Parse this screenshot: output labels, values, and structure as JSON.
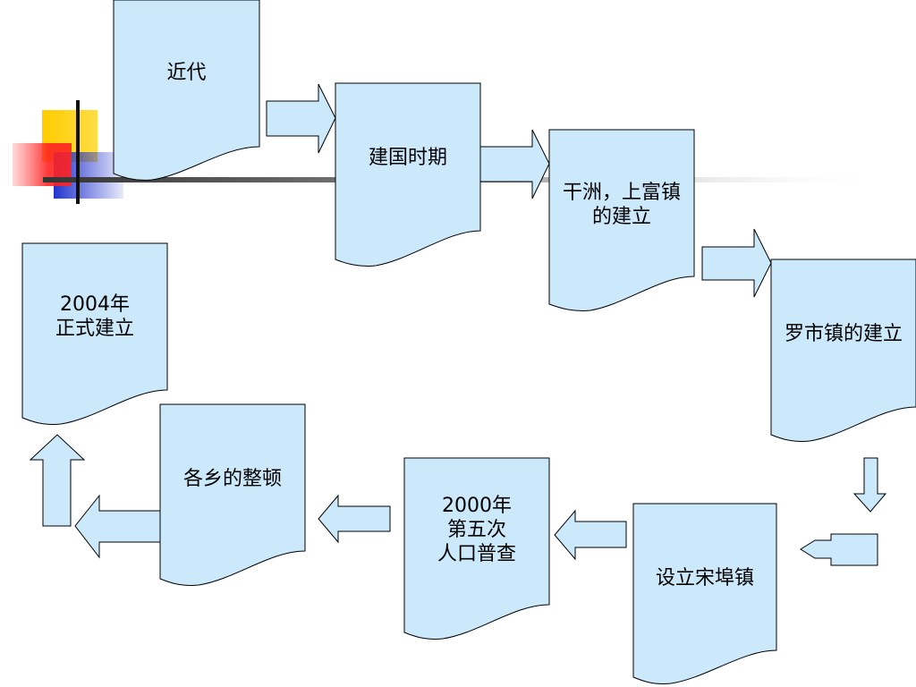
{
  "slide": {
    "flow_steps": [
      {
        "label": "近代"
      },
      {
        "label": "建国时期"
      },
      {
        "label": "干洲，上富镇\n的建立"
      },
      {
        "label": "罗市镇的建立"
      },
      {
        "label": "设立宋埠镇"
      },
      {
        "label": "2000年\n第五次\n人口普查"
      },
      {
        "label": "各乡的整顿"
      },
      {
        "label": "2004年\n正式建立"
      }
    ],
    "colors": {
      "box_fill": "#cce8fb",
      "box_stroke": "#000000",
      "arrow_fill": "#cce8fb",
      "arrow_stroke": "#000000",
      "deco_yellow": "#ffcc00",
      "deco_red": "#ff3333",
      "deco_blue": "#3333cc"
    },
    "icons": [
      "right-arrow-icon",
      "down-arrow-icon",
      "left-arrow-icon",
      "up-arrow-icon"
    ]
  }
}
